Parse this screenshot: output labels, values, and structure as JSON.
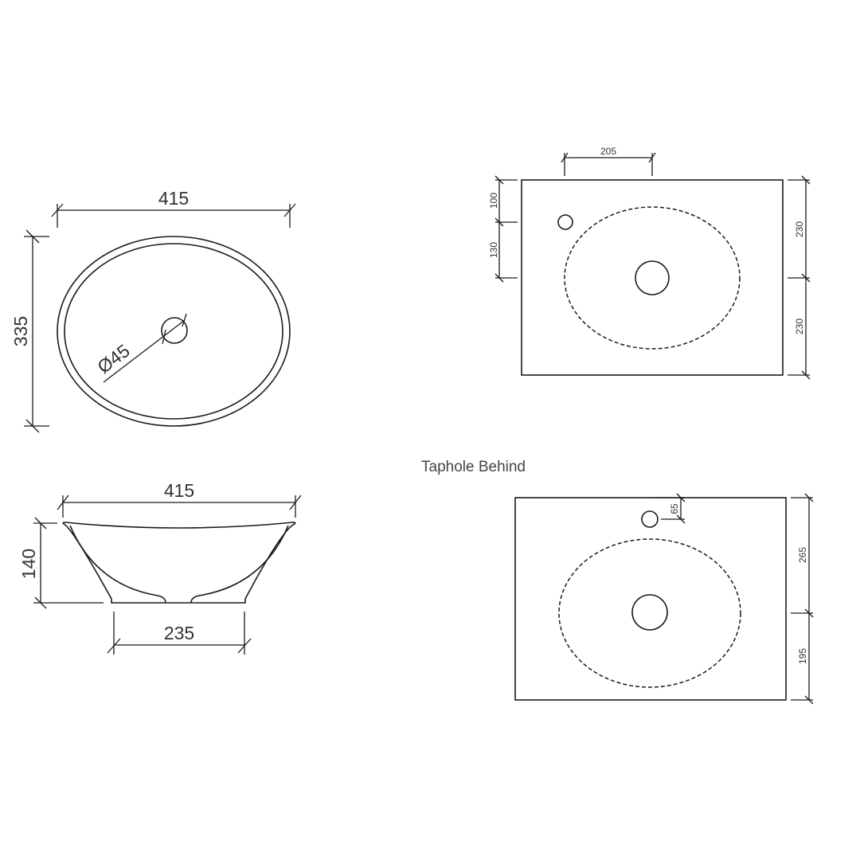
{
  "views": {
    "top_view": {
      "width_label": "415",
      "depth_label": "335",
      "waste_label": "Ø45"
    },
    "side_view": {
      "width_label": "415",
      "height_label": "140",
      "base_label": "235"
    },
    "plan_taphole_side": {
      "taphole_offset_label": "205",
      "left_top_label": "100",
      "left_lower_label": "130",
      "right_upper_label": "230",
      "right_lower_label": "230"
    },
    "plan_taphole_behind": {
      "caption": "Taphole Behind",
      "taphole_offset_label": "65",
      "right_upper_label": "265",
      "right_lower_label": "195"
    }
  }
}
